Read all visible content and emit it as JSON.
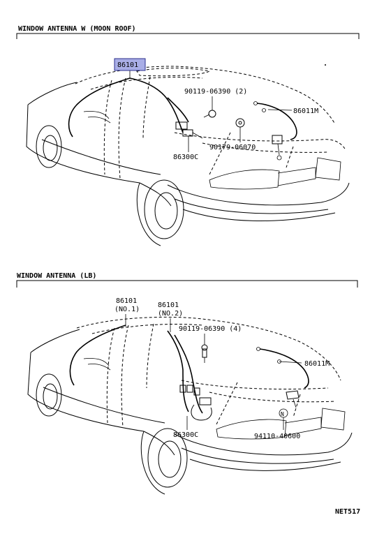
{
  "sections": [
    {
      "title": "WINDOW ANTENNA W (MOON ROOF)"
    },
    {
      "title": "WINDOW ANTENNA (LB)"
    }
  ],
  "top_labels": {
    "part_86101": "86101",
    "part_90119": "90119-06390 (2)",
    "part_86011M": "86011M",
    "part_86300C": "86300C",
    "part_90179": "90179-06070"
  },
  "bottom_labels": {
    "part_86101_no1_a": "86101",
    "part_86101_no1_b": "(NO.1)",
    "part_86101_no2_a": "86101",
    "part_86101_no2_b": "(NO.2)",
    "part_90119": "90119-06390 (4)",
    "part_86011M": "86011M",
    "part_86300C": "86300C",
    "part_94110": "94110-40600"
  },
  "footer": {
    "code": "NET517"
  },
  "colors": {
    "highlight_fill": "#a9aee6",
    "highlight_stroke": "#2b2f8c"
  }
}
